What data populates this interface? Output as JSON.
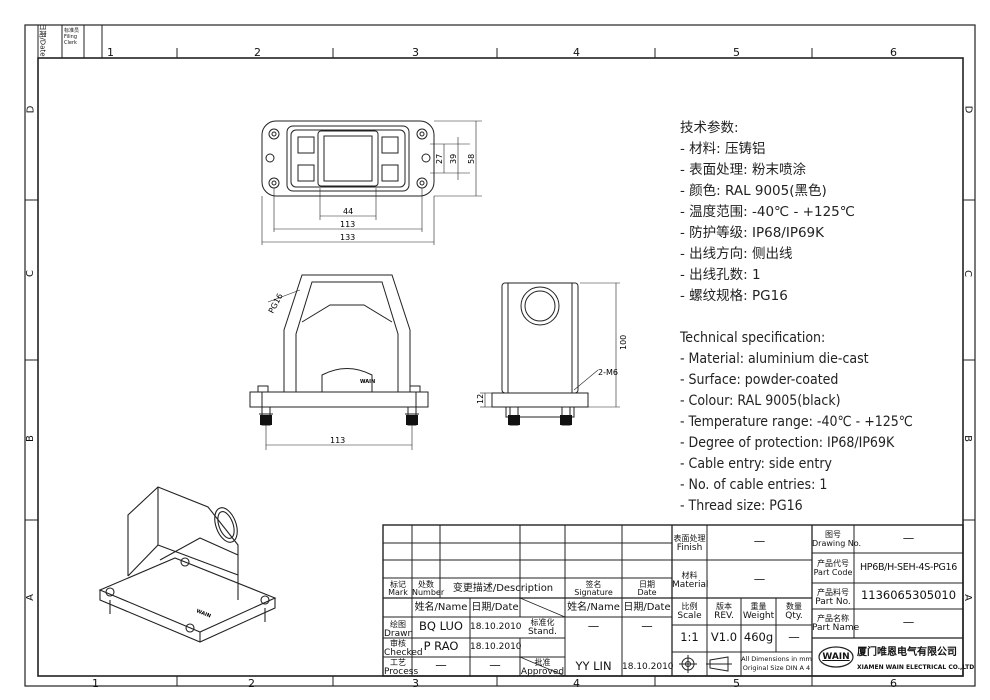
{
  "border": {
    "columns": [
      "1",
      "2",
      "3",
      "4",
      "5",
      "6"
    ],
    "rows": [
      "D",
      "C",
      "B",
      "A"
    ],
    "corner_labels": [
      "日期/Date",
      "标准员 Filing Clerk"
    ]
  },
  "dimensions": {
    "top_view": [
      "44",
      "113",
      "133",
      "27",
      "39",
      "58"
    ],
    "front_view": [
      "PG16",
      "113"
    ],
    "side_view": [
      "100",
      "12",
      "2-M6"
    ]
  },
  "logo_text": "WAIN",
  "tech_cn": {
    "heading": "技术参数:",
    "lines": [
      "- 材料: 压铸铝",
      "- 表面处理: 粉末喷涂",
      "- 颜色: RAL 9005(黑色)",
      "- 温度范围: -40℃ - +125℃",
      "- 防护等级: IP68/IP69K",
      "- 出线方向: 侧出线",
      "- 出线孔数: 1",
      "- 螺纹规格: PG16"
    ]
  },
  "tech_en": {
    "heading": "Technical specification:",
    "lines": [
      "- Material: aluminium die-cast",
      "- Surface: powder-coated",
      "- Colour: RAL 9005(black)",
      "- Temperature range: -40℃ - +125℃",
      "- Degree of protection: IP68/IP69K",
      "- Cable entry: side entry",
      "- No. of cable entries: 1",
      "- Thread size: PG16"
    ]
  },
  "title_block": {
    "mark": {
      "cn": "标记",
      "en": "Mark"
    },
    "number": {
      "cn": "处数",
      "en": "Number"
    },
    "description": "变更描述/Description",
    "signature": {
      "cn": "签名",
      "en": "Signature"
    },
    "date": {
      "cn": "日期",
      "en": "Date"
    },
    "name_header": "姓名/Name",
    "date_header": "日期/Date",
    "drawn": {
      "cn": "绘图",
      "en": "Drawn",
      "name": "BQ LUO",
      "date": "18.10.2010"
    },
    "checked": {
      "cn": "审核",
      "en": "Checked",
      "name": "P RAO",
      "date": "18.10.2010"
    },
    "process": {
      "cn": "工艺",
      "en": "Process",
      "name": "—",
      "date": "—"
    },
    "stand": {
      "cn": "标准化",
      "en": "Stand."
    },
    "approved": {
      "cn": "批准",
      "en": "Approved",
      "name": "YY LIN",
      "date": "18.10.2010"
    },
    "stand_name_header": "姓名/Name",
    "stand_date_header": "日期/Date",
    "stand_name": "—",
    "stand_date": "—",
    "finish": {
      "cn": "表面处理",
      "en": "Finish",
      "value": "—"
    },
    "material": {
      "cn": "材料",
      "en": "Material",
      "value": "—"
    },
    "scale": {
      "cn": "比例",
      "en": "Scale",
      "value": "1:1"
    },
    "rev": {
      "cn": "版本",
      "en": "REV.",
      "value": "V1.0"
    },
    "weight": {
      "cn": "重量",
      "en": "Weight",
      "value": "460g"
    },
    "qty": {
      "cn": "数量",
      "en": "Qty.",
      "value": "—"
    },
    "drawing_no": {
      "cn": "图号",
      "en": "Drawing No.",
      "value": "—"
    },
    "part_code": {
      "cn": "产品代号",
      "en": "Part Code",
      "value": "HP6B/H-SEH-4S-PG16"
    },
    "part_no": {
      "cn": "产品料号",
      "en": "Part No.",
      "value": "1136065305010"
    },
    "part_name": {
      "cn": "产品名称",
      "en": "Part Name",
      "value": "—"
    },
    "dims_note1": "All Dimensions in mm",
    "dims_note2": "Original Size DIN A 4",
    "company_cn": "厦门唯恩电气有限公司",
    "company_en": "XIAMEN WAIN ELECTRICAL CO.,LTD",
    "company_logo": "WAIN"
  }
}
